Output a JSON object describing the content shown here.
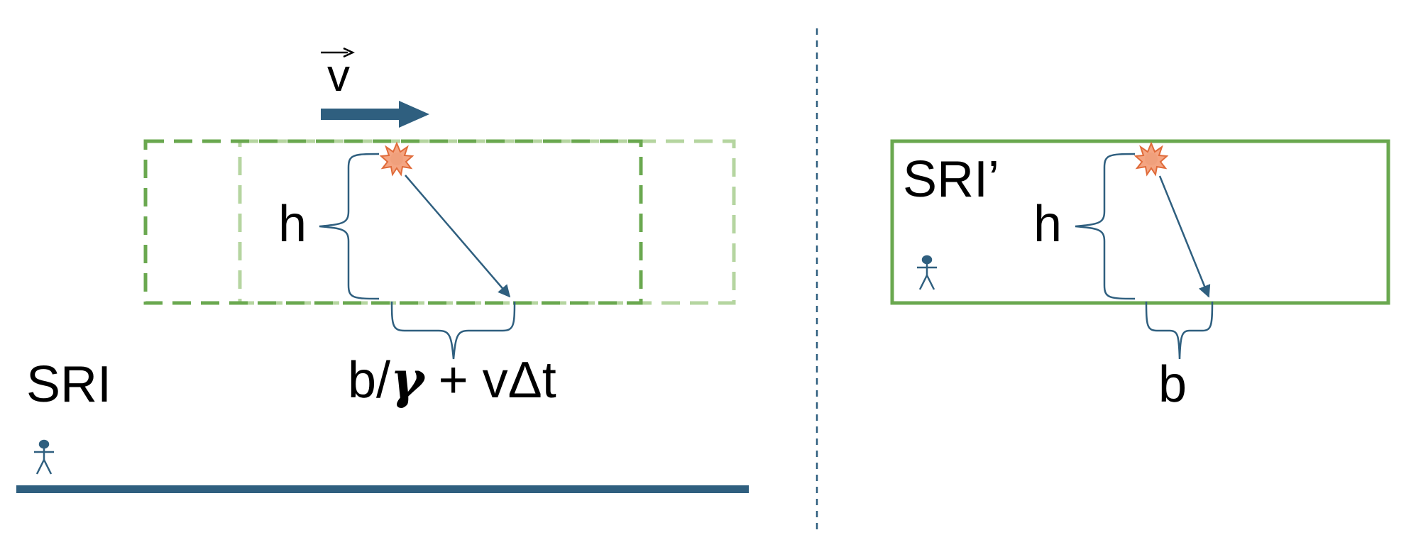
{
  "colors": {
    "navy": "#2f5f7f",
    "green": "#6aa84f",
    "green_light": "#b5d5a0",
    "star_fill": "#f4a582",
    "star_stroke": "#e06b3a"
  },
  "left_panel": {
    "velocity_symbol": "v",
    "height_label": "h",
    "base_label_b": "b/",
    "base_label_gamma": "γ",
    "base_label_rest": " + vΔt",
    "frame_label": "SRI",
    "observer_icon": "stick-figure-icon",
    "source_icon": "starburst-icon"
  },
  "right_panel": {
    "frame_label": "SRI’",
    "height_label": "h",
    "base_label": "b",
    "observer_icon": "stick-figure-icon",
    "source_icon": "starburst-icon"
  }
}
